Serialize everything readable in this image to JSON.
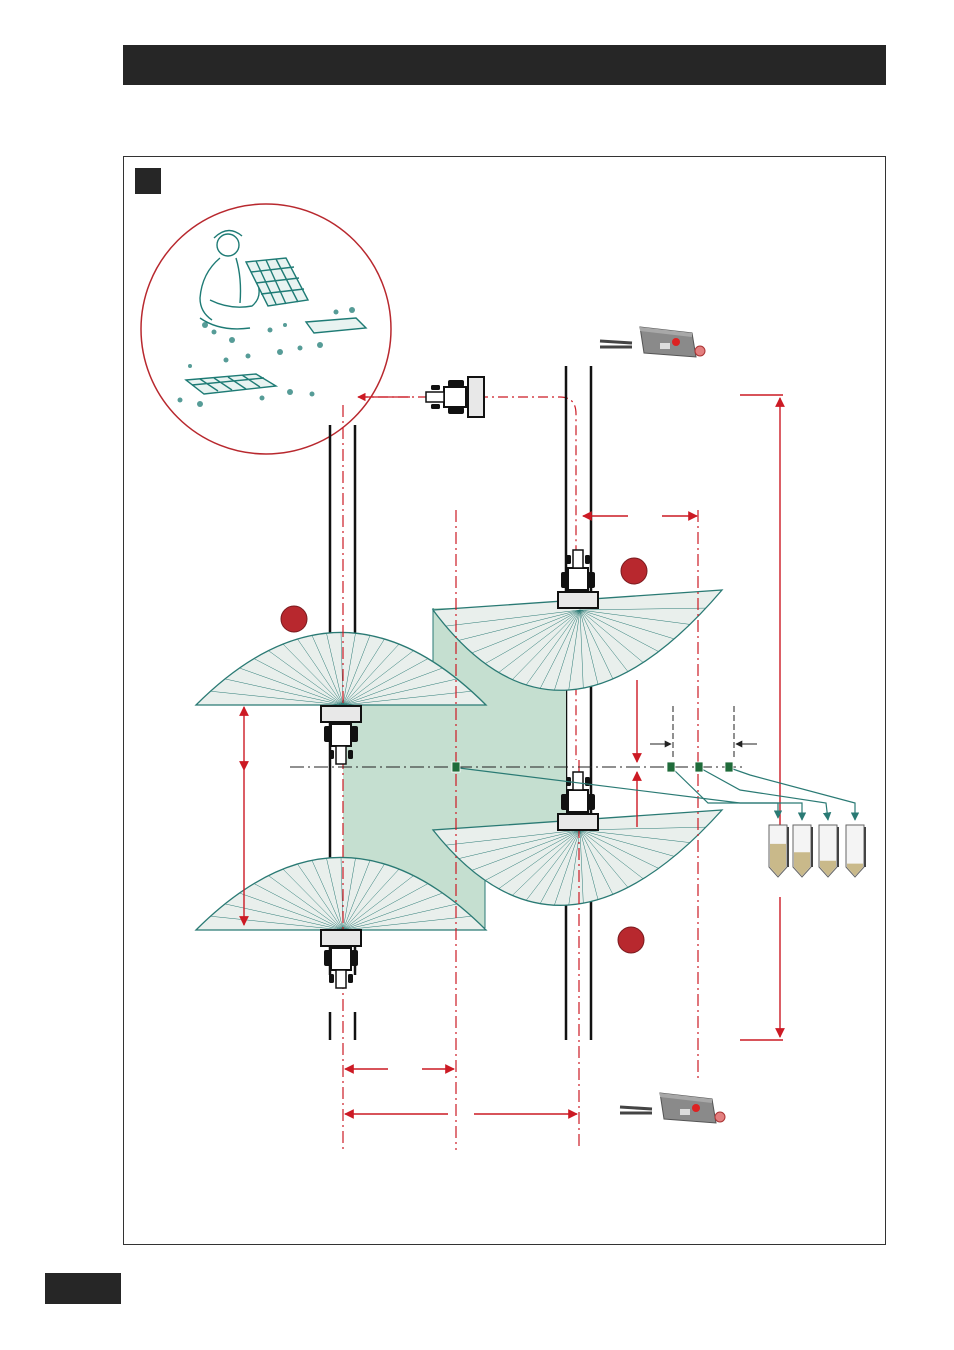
{
  "colors": {
    "dark_bar": "#262626",
    "dimension_red": "#cc1a24",
    "marker_red": "#b8282e",
    "spread_fill": "#e9efec",
    "spread_line": "#2a7a74",
    "overlap_fill": "#c5dfd0",
    "marker_green": "#1f6b3a",
    "illustration_teal": "#1e7b75"
  },
  "icons": {
    "inset": "gardener-seed-tray-illustration-icon",
    "tractor": "tractor-spreader-icon",
    "control_box": "control-box-icon",
    "collection_trays": "collection-tray-icon"
  },
  "collection_trays": [
    {
      "fill_level": 0.55
    },
    {
      "fill_level": 0.35
    },
    {
      "fill_level": 0.15
    },
    {
      "fill_level": 0.08
    }
  ]
}
